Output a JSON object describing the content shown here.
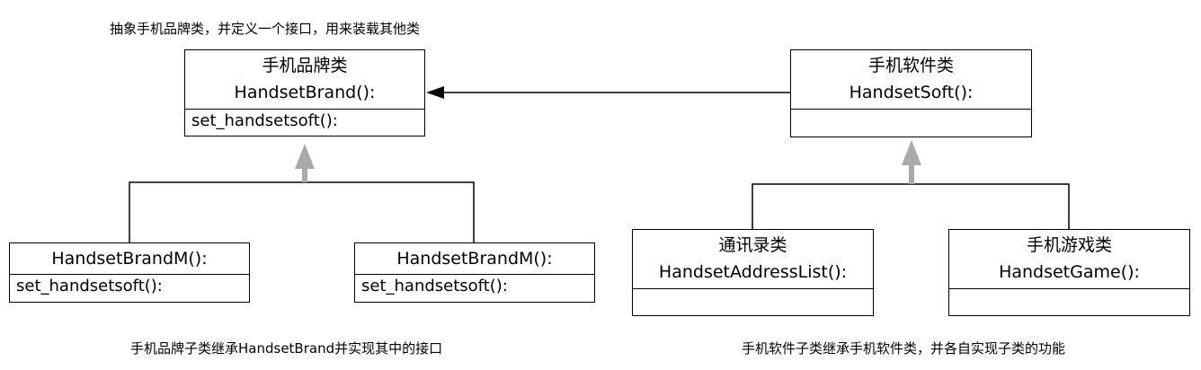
{
  "notes": {
    "top": "抽象手机品牌类，并定义一个接口，用来装载其他类",
    "bottom_left": "手机品牌子类继承HandsetBrand并实现其中的接口",
    "bottom_right": "手机软件子类继承手机软件类，并各自实现子类的功能"
  },
  "classes": {
    "brand": {
      "title": "手机品牌类",
      "name": "HandsetBrand():",
      "member": "set_handsetsoft():"
    },
    "soft": {
      "title": "手机软件类",
      "name": "HandsetSoft():",
      "member": ""
    },
    "brand_m1": {
      "name": "HandsetBrandM():",
      "member": "set_handsetsoft():"
    },
    "brand_m2": {
      "name": "HandsetBrandM():",
      "member": "set_handsetsoft():"
    },
    "address_list": {
      "title": "通讯录类",
      "name": "HandsetAddressList():",
      "member": ""
    },
    "game": {
      "title": "手机游戏类",
      "name": "HandsetGame():",
      "member": ""
    }
  },
  "colors": {
    "line": "#000000",
    "inheritance_arrow": "#aaaaaa"
  }
}
